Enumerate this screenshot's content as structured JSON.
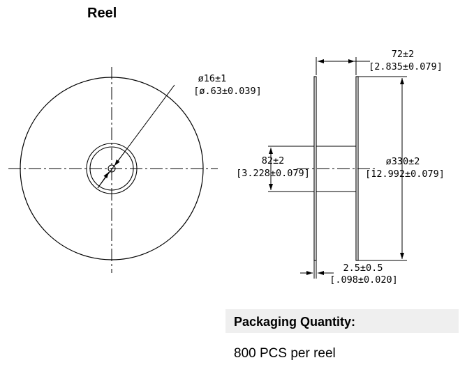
{
  "header": {
    "title": "Reel"
  },
  "front_view": {
    "hub_diameter": "ø16±1",
    "hub_diameter_inch": "[ø.63±0.039]"
  },
  "side_view": {
    "width": "72±2",
    "width_inch": "[2.835±0.079]",
    "hub_width": "82±2",
    "hub_width_inch": "[3.228±0.079]",
    "reel_diameter": "ø330±2",
    "reel_diameter_inch": "[12.992±0.079]",
    "flange_thickness": "2.5±0.5",
    "flange_thickness_inch": "[.098±0.020]"
  },
  "packaging": {
    "title": "Packaging Quantity:",
    "value": "800 PCS per reel"
  }
}
